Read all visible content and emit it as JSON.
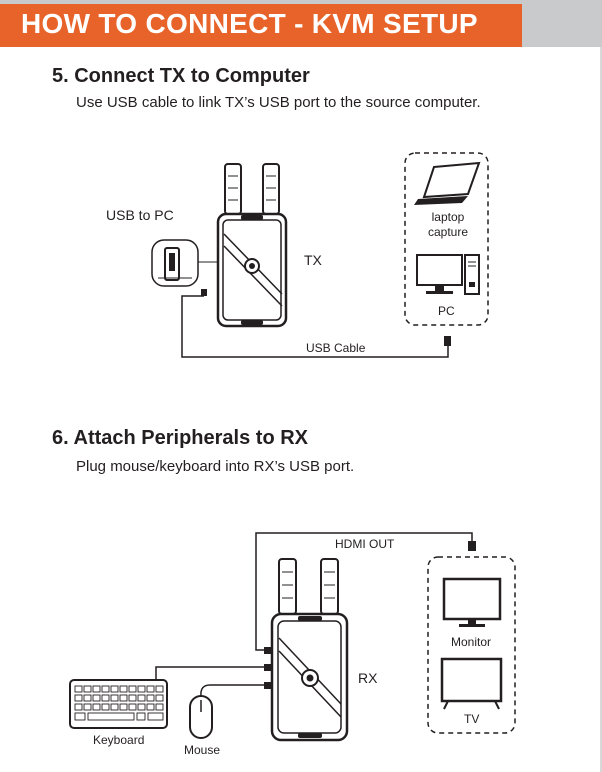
{
  "header": {
    "title": "HOW TO CONNECT - KVM SETUP"
  },
  "step5": {
    "heading": "5. Connect TX to Computer",
    "description": "Use USB cable to link TX’s USB port to the source computer.",
    "labels": {
      "usb_to_pc": "USB to PC",
      "tx": "TX",
      "laptop_line1": "laptop",
      "laptop_line2": "capture",
      "pc": "PC",
      "usb_cable": "USB Cable"
    }
  },
  "step6": {
    "heading": "6. Attach Peripherals to RX",
    "description": "Plug mouse/keyboard into RX’s USB port.",
    "labels": {
      "hdmi_out": "HDMI OUT",
      "monitor": "Monitor",
      "rx": "RX",
      "tv": "TV",
      "keyboard": "Keyboard",
      "mouse": "Mouse"
    }
  },
  "icons": [
    "tx-device-icon",
    "usb-port-zoom-icon",
    "laptop-icon",
    "pc-monitor-icon",
    "pc-tower-icon",
    "rx-device-icon",
    "monitor-icon",
    "tv-icon",
    "keyboard-icon",
    "mouse-icon"
  ],
  "colors": {
    "accent": "#e8632a",
    "banner_gray": "#c9cacb",
    "text": "#231f20"
  }
}
